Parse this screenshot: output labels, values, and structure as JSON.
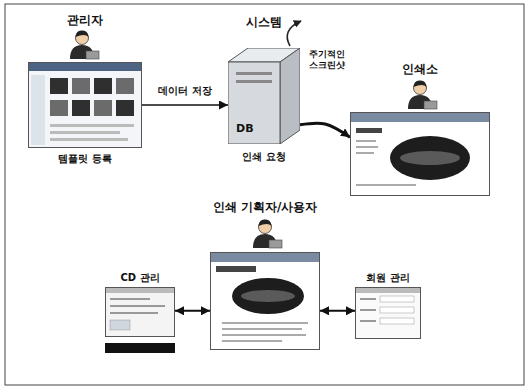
{
  "diagram": {
    "nodes": [
      {
        "text": [
          "관리자",
          "템플릿 등록"
        ]
      },
      {
        "text": [
          "시스템",
          "DB"
        ]
      },
      {
        "text": [
          "인쇄소"
        ]
      },
      {
        "text": [
          "인쇄 기획자/사용자"
        ]
      },
      {
        "text": [
          "CD 관리"
        ]
      },
      {
        "text": [
          "회원 관리"
        ]
      }
    ],
    "edges": [
      {
        "from": 0,
        "to": 1,
        "arrow": "to",
        "label": "데이터 저장"
      },
      {
        "from": 1,
        "to": 2,
        "arrow": "to",
        "label": "인쇄 요청"
      },
      {
        "from": 3,
        "to": 4,
        "arrow": "both"
      },
      {
        "from": 3,
        "to": 5,
        "arrow": "both"
      }
    ],
    "labels": [
      "주기적인 스크린샷"
    ]
  }
}
